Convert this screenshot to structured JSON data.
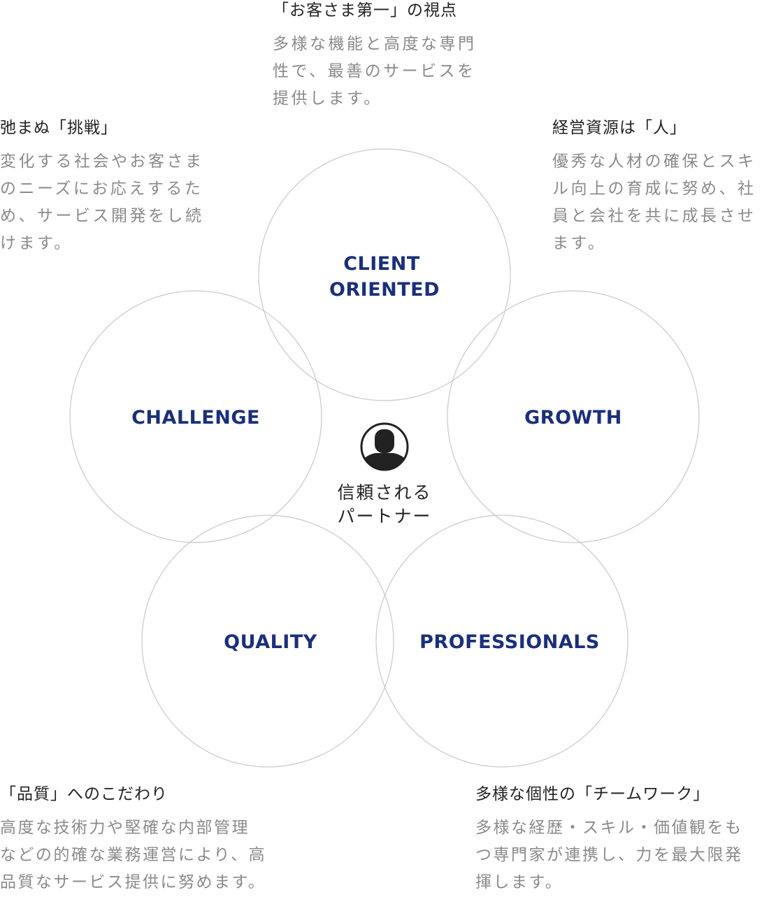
{
  "center": {
    "lines": [
      "信頼される",
      "パートナー"
    ],
    "icon": "person-icon"
  },
  "circles": [
    {
      "id": "client-oriented",
      "label_lines": [
        "CLIENT",
        "ORIENTED"
      ]
    },
    {
      "id": "challenge",
      "label_lines": [
        "CHALLENGE"
      ]
    },
    {
      "id": "growth",
      "label_lines": [
        "GROWTH"
      ]
    },
    {
      "id": "quality",
      "label_lines": [
        "QUALITY"
      ]
    },
    {
      "id": "professionals",
      "label_lines": [
        "PROFESSIONALS"
      ]
    }
  ],
  "blocks": {
    "client": {
      "heading": "「お客さま第一」の視点",
      "lines": [
        "多様な機能と高度な専門",
        "性で、最善のサービスを",
        "提供します。"
      ]
    },
    "challenge": {
      "heading": "弛まぬ「挑戦」",
      "lines": [
        "変化する社会やお客さま",
        "のニーズにお応えするた",
        "め、サービス開発をし続",
        "けます。"
      ]
    },
    "growth": {
      "heading": "経営資源は「人」",
      "lines": [
        "優秀な人材の確保とスキ",
        "ル向上の育成に努め、社",
        "員と会社を共に成長させ",
        "ます。"
      ]
    },
    "quality": {
      "heading": "「品質」へのこだわり",
      "lines": [
        "高度な技術力や堅確な内部管理",
        "などの的確な業務運営により、高",
        "品質なサービス提供に努めます。"
      ]
    },
    "professionals": {
      "heading": "多様な個性の「チームワーク」",
      "lines": [
        "多様な経歴・スキル・価値観をも",
        "つ専門家が連携し、力を最大限発",
        "揮します。"
      ]
    }
  },
  "colors": {
    "label": "#1b2f7a",
    "circle_stroke": "#c8c8c8",
    "heading": "#222222",
    "body": "#8a8a8a"
  }
}
